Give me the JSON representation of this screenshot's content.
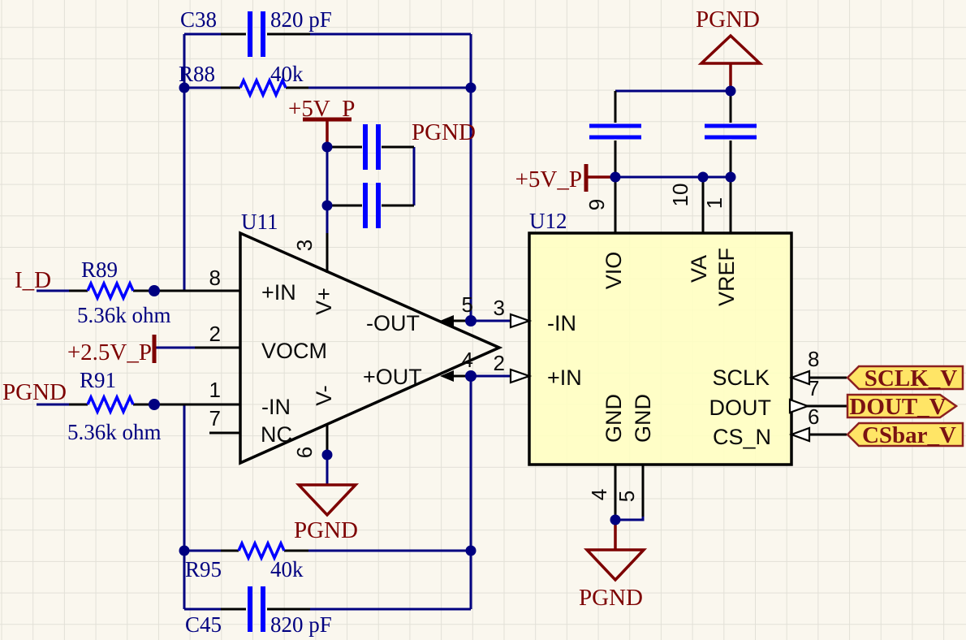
{
  "app": {
    "view": "schematic-canvas"
  },
  "colors": {
    "wire": "#000080",
    "component_body": "#0000FF",
    "pin": "#000000",
    "power": "#7D0000",
    "designator_text": "#000080",
    "net_text": "#7D0000",
    "chip_fill": "#FFFFC2",
    "port_fill": "#FFE566",
    "port_border": "#8B2020",
    "background": "#FAF7EE",
    "grid": "#E2E0D7"
  },
  "components": {
    "c38": {
      "designator": "C38",
      "value": "820 pF"
    },
    "r88": {
      "designator": "R88",
      "value": "40k"
    },
    "r89": {
      "designator": "R89",
      "value": "5.36k ohm"
    },
    "r91": {
      "designator": "R91",
      "value": "5.36k ohm"
    },
    "r95": {
      "designator": "R95",
      "value": "40k"
    },
    "c45": {
      "designator": "C45",
      "value": "820 pF"
    }
  },
  "u11": {
    "designator": "U11",
    "pins": {
      "in_p": {
        "num": "8",
        "name": "+IN"
      },
      "vocm": {
        "num": "2",
        "name": "VOCM"
      },
      "in_n": {
        "num": "1",
        "name": "-IN"
      },
      "nc": {
        "num": "7",
        "name": "NC"
      },
      "v_plus": {
        "num": "3",
        "name": "V+"
      },
      "v_minus": {
        "num": "6",
        "name": "V-"
      },
      "out_n": {
        "num": "5",
        "name": "-OUT"
      },
      "out_p": {
        "num": "4",
        "name": "+OUT"
      }
    }
  },
  "u12": {
    "designator": "U12",
    "pins": {
      "vio": {
        "num": "9",
        "name": "VIO"
      },
      "va": {
        "num": "10",
        "name": "VA"
      },
      "vref": {
        "num": "1",
        "name": "VREF"
      },
      "in_n": {
        "num": "3",
        "name": "-IN"
      },
      "in_p": {
        "num": "2",
        "name": "+IN"
      },
      "sclk": {
        "num": "8",
        "name": "SCLK"
      },
      "dout": {
        "num": "7",
        "name": "DOUT"
      },
      "cs_n": {
        "num": "6",
        "name": "CS_N"
      },
      "gnd1": {
        "num": "4",
        "name": "GND"
      },
      "gnd2": {
        "num": "5",
        "name": "GND"
      }
    }
  },
  "nets": {
    "i_d": "I_D",
    "pgnd": "PGND",
    "p2v5": "+2.5V_P",
    "p5v": "+5V_P"
  },
  "ports": {
    "sclk": "SCLK_V",
    "dout": "DOUT_V",
    "cs": "CSbar_V"
  }
}
